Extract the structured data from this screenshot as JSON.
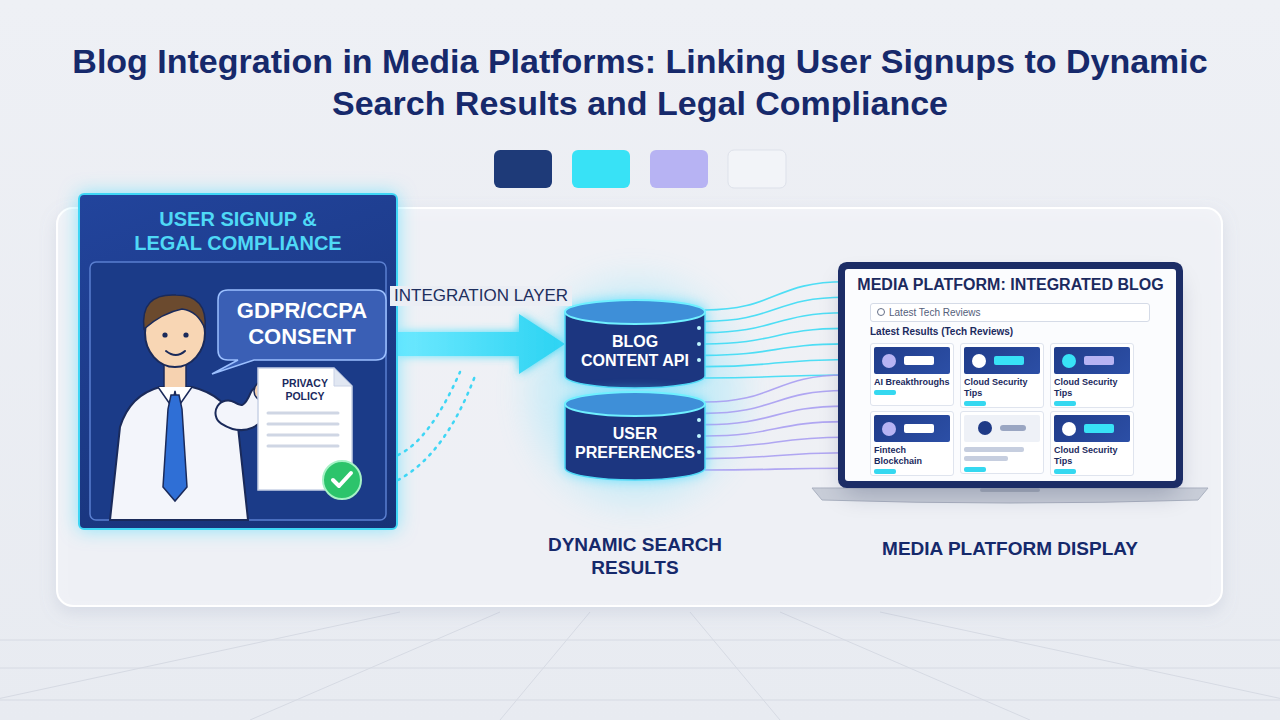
{
  "diagram": {
    "title": "Blog Integration in Media Platforms: Linking User Signups to Dynamic Search Results and Legal Compliance",
    "nodes": [
      {
        "text": [
          "USER SIGNUP & LEGAL COMPLIANCE"
        ]
      },
      {
        "text": [
          "GDPR/CCPA CONSENT"
        ],
        "in": 0
      },
      {
        "text": [
          "PRIVACY POLICY"
        ],
        "in": 0
      },
      {
        "text": [
          "BLOG CONTENT API"
        ]
      },
      {
        "text": [
          "USER PREFERENCES"
        ]
      },
      {
        "text": [
          "MEDIA PLATFORM: INTEGRATED BLOG",
          "Latest Results (Tech Reviews)"
        ]
      },
      {
        "text": [
          "Latest Tech Reviews"
        ],
        "in": 5
      },
      {
        "text": [
          "AI Breakthroughs"
        ],
        "in": 5
      },
      {
        "text": [
          "Cloud Security Tips"
        ],
        "in": 5
      },
      {
        "text": [
          "Cloud Security Tips"
        ],
        "in": 5
      },
      {
        "text": [
          "Fintech Blockchain"
        ],
        "in": 5
      },
      {
        "text": [
          "Cloud Security Tips"
        ],
        "in": 5
      }
    ],
    "edges": [
      {
        "from": 0,
        "to": 3,
        "arrow": "to",
        "label": "INTEGRATION LAYER"
      },
      {
        "from": 3,
        "to": 5,
        "arrow": "none"
      },
      {
        "from": 4,
        "to": 5,
        "arrow": "none"
      }
    ],
    "labels": [
      "DYNAMIC SEARCH RESULTS",
      "MEDIA PLATFORM DISPLAY"
    ]
  }
}
